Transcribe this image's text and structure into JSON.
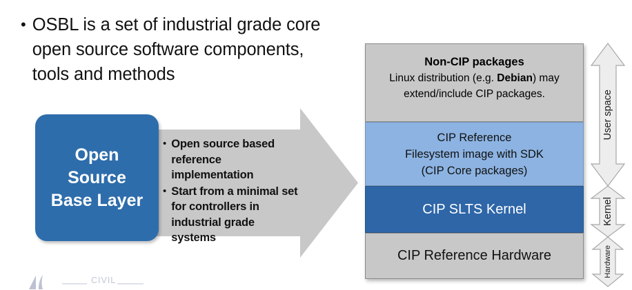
{
  "intro": {
    "bullet_marker": "•",
    "text": "OSBL is a set of industrial grade core open source software components, tools and methods"
  },
  "osbl_box": {
    "line1": "Open",
    "line2": "Source",
    "line3": "Base Layer",
    "color": "#2E6DAB",
    "text_color": "#FFFFFF"
  },
  "arrow": {
    "name": "right-arrow",
    "color": "#C8C8C8",
    "bullet_marker": "•",
    "bullets": [
      "Open source based reference implementation",
      "Start from a minimal set for controllers in industrial grade systems"
    ]
  },
  "stack": {
    "layers": [
      {
        "id": "non-cip-packages",
        "title": "Non-CIP packages",
        "desc_before": "Linux  distribution (e.g. ",
        "desc_bold": "Debian",
        "desc_after": ") may extend/include CIP packages.",
        "color": "#C8C8C8",
        "text_color": "#000000"
      },
      {
        "id": "cip-reference-filesystem",
        "line1": "CIP Reference",
        "line2": "Filesystem image with SDK",
        "line3": "(CIP Core packages)",
        "color": "#8CB3E2",
        "text_color": "#111111"
      },
      {
        "id": "cip-slts-kernel",
        "label": "CIP SLTS Kernel",
        "color": "#2E66A8",
        "text_color": "#FFFFFF"
      },
      {
        "id": "cip-reference-hardware",
        "label": "CIP Reference Hardware",
        "color": "#C8C8C8",
        "text_color": "#111111"
      }
    ]
  },
  "side_spans": [
    {
      "id": "user-space",
      "label": "User space"
    },
    {
      "id": "kernel",
      "label": "Kernel"
    },
    {
      "id": "hardware",
      "label": "Hardware"
    }
  ],
  "footer": {
    "logo_text": "CIVIL",
    "logo_color": "#C2C6D4"
  }
}
